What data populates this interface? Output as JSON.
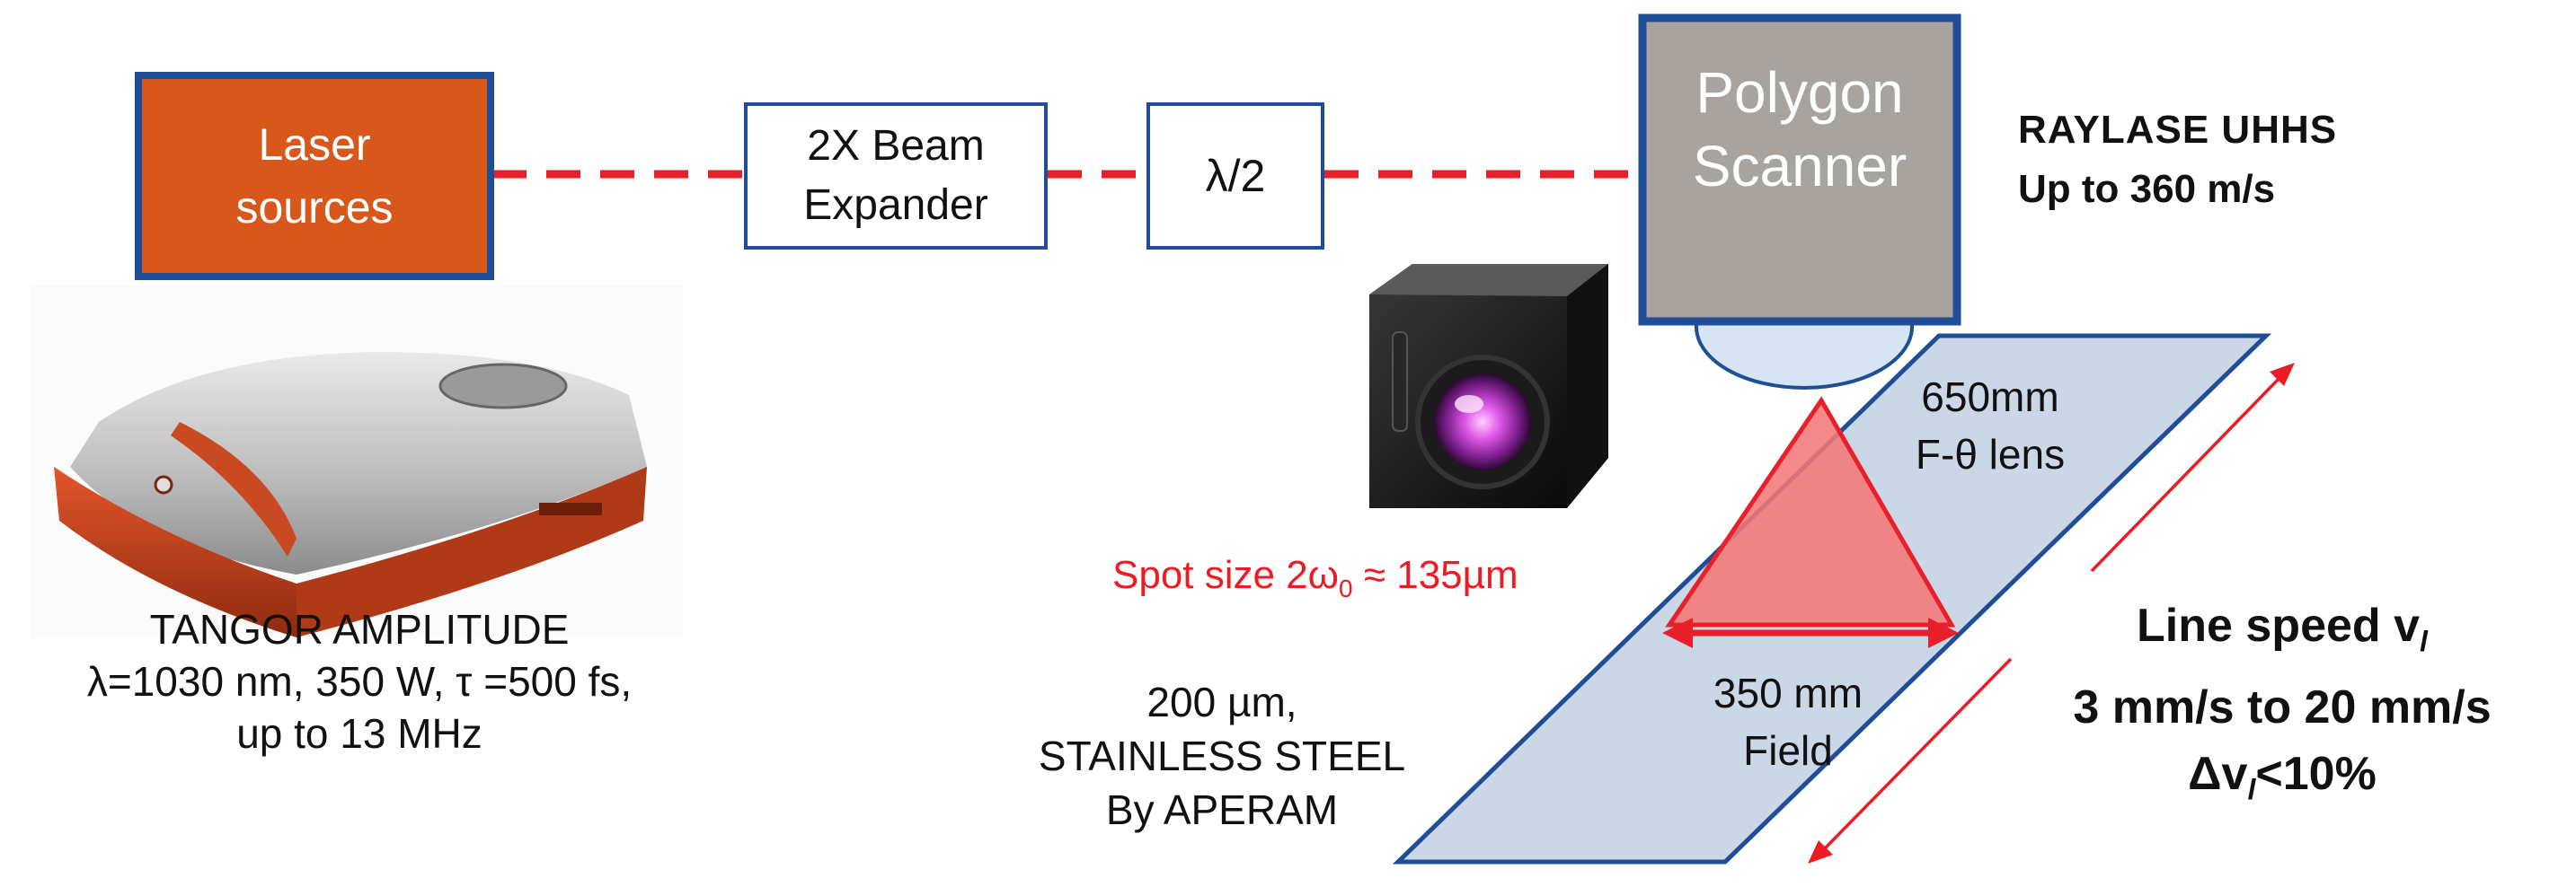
{
  "colors": {
    "laser_orange": "#D8581B",
    "frame_blue": "#1F4E96",
    "beam_red": "#E8202A",
    "polygon_gray": "#A9A3A0",
    "field_fill": "#CBD6E6",
    "cone_fill": "#F47777",
    "text_red": "#EC1C24"
  },
  "laser": {
    "line1": "Laser",
    "line2": "sources"
  },
  "expander": {
    "line1": "2X Beam",
    "line2": "Expander"
  },
  "waveplate": {
    "label": "λ/2"
  },
  "polygon": {
    "line1": "Polygon",
    "line2": "Scanner"
  },
  "raylase": {
    "line1": "RAYLASE UHHS",
    "line2": "Up to 360 m/s"
  },
  "tangor": {
    "line1": "TANGOR AMPLITUDE",
    "line2": "λ=1030 nm, 350 W, τ =500 fs,",
    "line3": "up to 13 MHz"
  },
  "spot": {
    "prefix": "Spot size 2ω",
    "sub": "0",
    "suffix": " ≈ 135µm"
  },
  "lens": {
    "line1": "650mm",
    "line2": "F-θ lens"
  },
  "field": {
    "line1": "350 mm",
    "line2": "Field"
  },
  "steel": {
    "line1": "200 µm,",
    "line2": "STAINLESS STEEL",
    "line3": "By APERAM"
  },
  "speed": {
    "line1_prefix": "Line speed v",
    "line1_sub": "l",
    "line2": "3 mm/s to 20 mm/s",
    "line3_prefix": "Δv",
    "line3_sub": "l",
    "line3_suffix": "<10%"
  },
  "icons": [
    "laser-device-image",
    "scanner-head-image"
  ]
}
